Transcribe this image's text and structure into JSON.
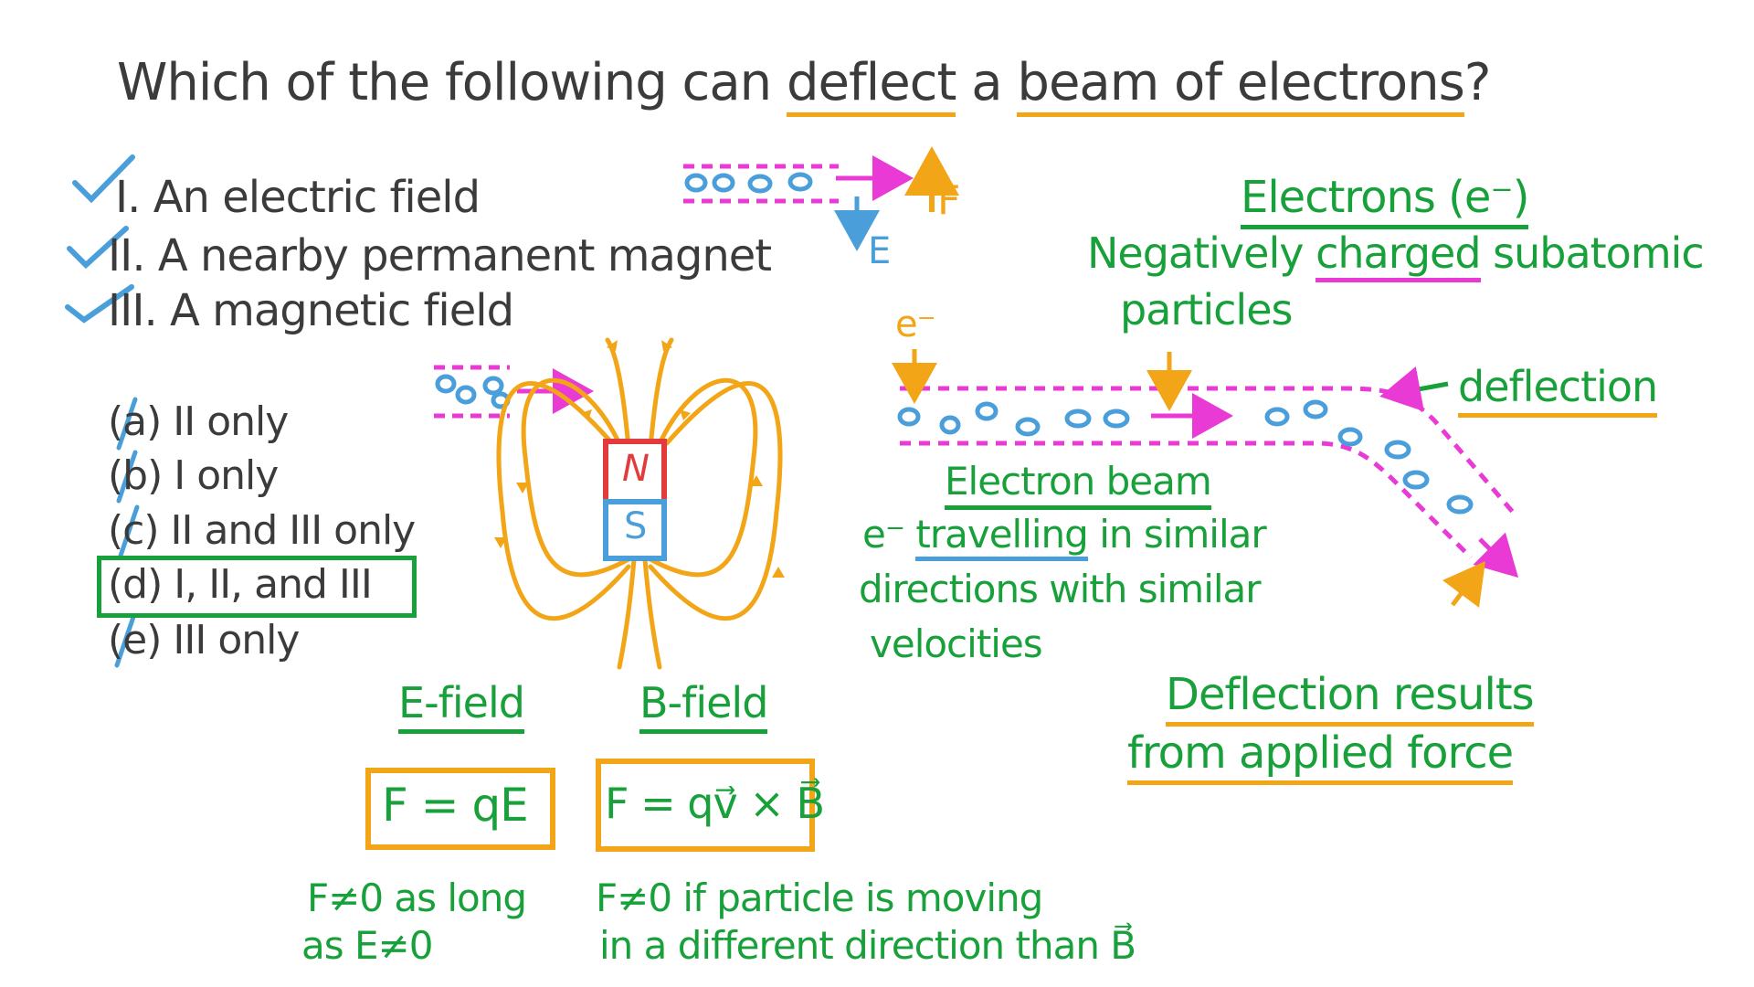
{
  "question": {
    "prefix": "Which of the following can",
    "word_deflect": "deflect",
    "word_a": "a",
    "phrase_beam": "beam of electrons",
    "qmark": "?"
  },
  "statements": [
    {
      "num": "I.",
      "text": "An electric field"
    },
    {
      "num": "II.",
      "text": "A nearby permanent magnet"
    },
    {
      "num": "III.",
      "text": "A magnetic field"
    }
  ],
  "options": [
    {
      "letter": "(a)",
      "text": "II only",
      "crossed": true
    },
    {
      "letter": "(b)",
      "text": "I only",
      "crossed": true
    },
    {
      "letter": "(c)",
      "text": "II and III only",
      "crossed": true
    },
    {
      "letter": "(d)",
      "text": "I, II, and III",
      "crossed": false
    },
    {
      "letter": "(e)",
      "text": "III only",
      "crossed": true
    }
  ],
  "force_diagram": {
    "force_label": "F",
    "field_label": "E"
  },
  "magnet": {
    "north": "N",
    "south": "S"
  },
  "electrons_heading": "Electrons (e⁻)",
  "electrons_def_1a": "Negatively",
  "electrons_def_1b": "charged",
  "electrons_def_1c": "subatomic",
  "electrons_def_2": "particles",
  "electron_label": "e⁻",
  "deflection_label": "deflection",
  "beam_heading": "Electron beam",
  "beam_def_1a": "e⁻",
  "beam_def_1b": "travelling",
  "beam_def_1c": "in similar",
  "beam_def_2": "directions with similar",
  "beam_def_3": "velocities",
  "deflection_result_1": "Deflection results",
  "deflection_result_2": "from applied force",
  "efield_heading": "E-field",
  "bfield_heading": "B-field",
  "efield_formula": "F = qE",
  "bfield_formula": "F = qv⃗ × B⃗",
  "efield_note_1": "F≠0 as long",
  "efield_note_2": "as E≠0",
  "bfield_note_1": "F≠0 if particle is moving",
  "bfield_note_2": "in a different direction than B⃗",
  "colors": {
    "ink": "#3b3b3b",
    "green": "#18a13a",
    "orange": "#f2a516",
    "blue": "#4a9fdb",
    "pink": "#ea3ad6",
    "north": "#e23b3b",
    "south": "#4a9fdb"
  }
}
